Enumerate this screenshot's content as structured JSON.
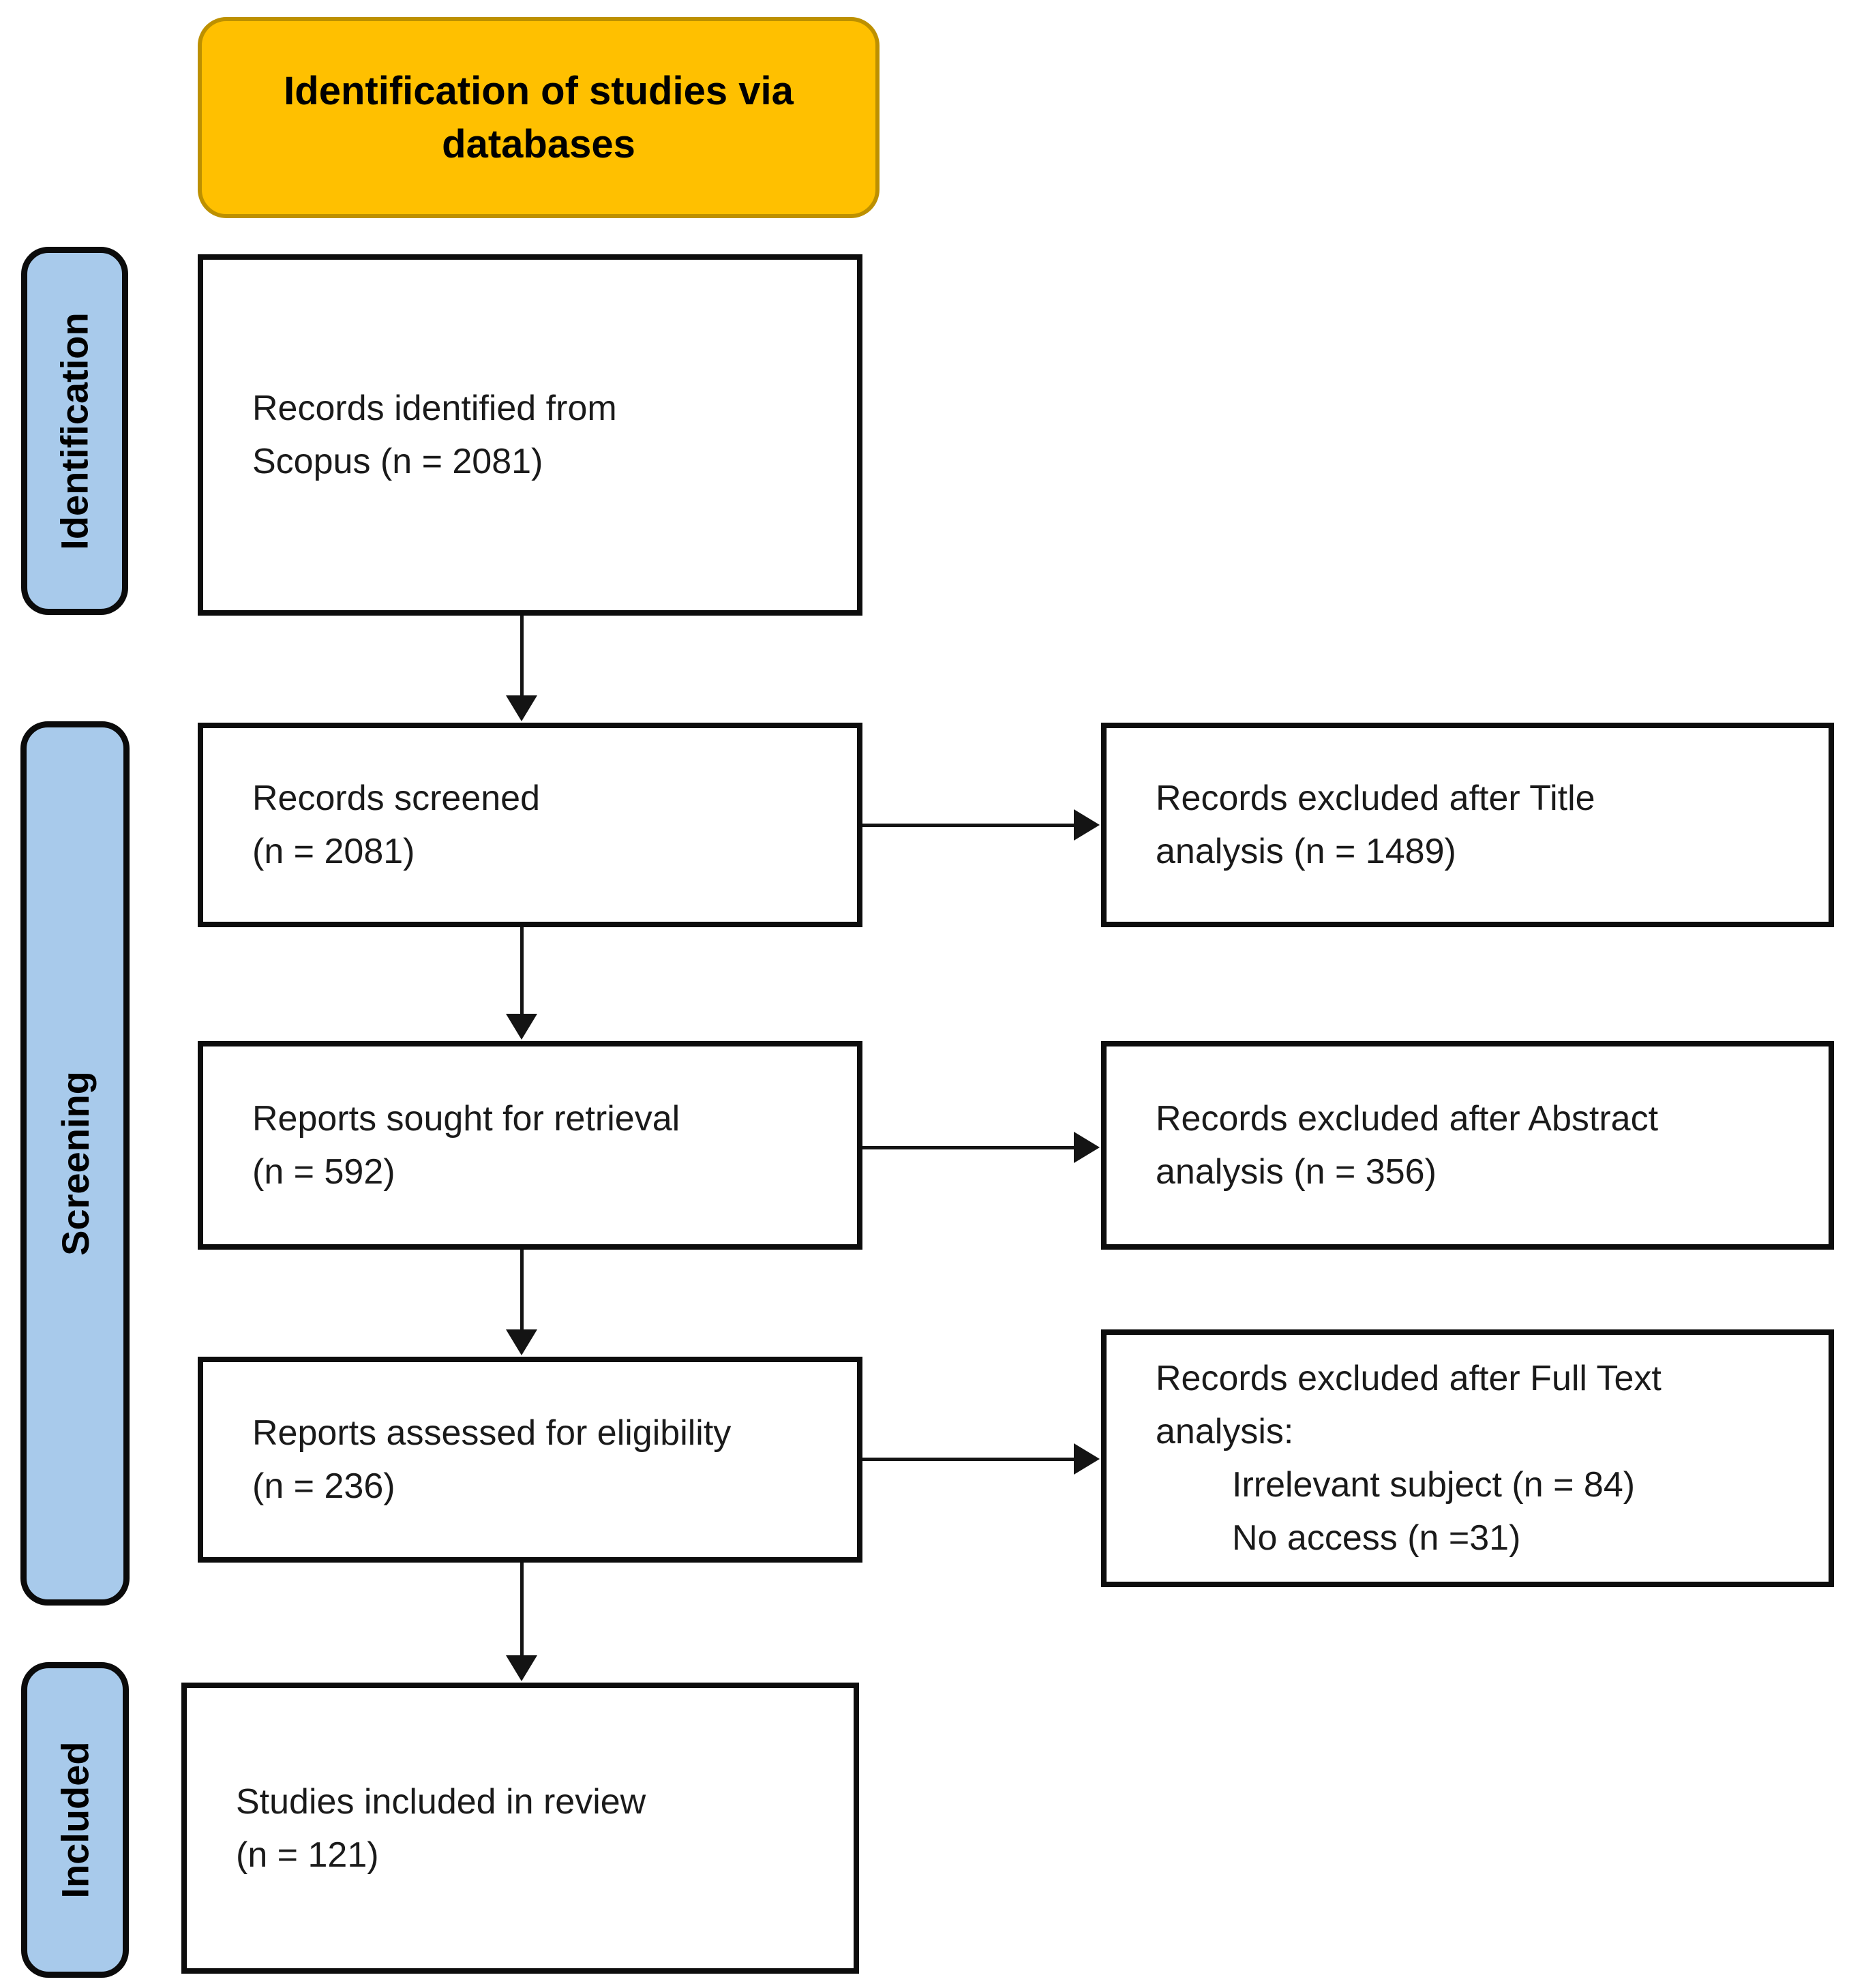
{
  "header": {
    "line1": "Identification of studies via",
    "line2": "databases"
  },
  "stage_labels": {
    "identification": "Identification",
    "screening": "Screening",
    "included": "Included"
  },
  "flow_boxes": {
    "records_identified": {
      "line1": "Records identified from",
      "line2": "Scopus (n = 2081)"
    },
    "records_screened": {
      "line1": "Records screened",
      "line2": "(n = 2081)"
    },
    "reports_sought": {
      "line1": "Reports sought for retrieval",
      "line2": "(n = 592)"
    },
    "reports_assessed": {
      "line1": "Reports assessed for eligibility",
      "line2": "(n = 236)"
    },
    "studies_included": {
      "line1": "Studies included in review",
      "line2": "(n = 121)"
    }
  },
  "exclusion_boxes": {
    "title_analysis": {
      "line1": "Records excluded after Title",
      "line2": "analysis (n = 1489)"
    },
    "abstract_analysis": {
      "line1": "Records excluded after Abstract",
      "line2": "analysis (n = 356)"
    },
    "full_text_analysis": {
      "line1": "Records excluded after Full Text",
      "line2": "analysis:",
      "item1": "Irrelevant subject (n = 84)",
      "item2": "No access (n =31)"
    }
  },
  "colors": {
    "header_fill": "#FFC000",
    "header_border": "#BD9000",
    "stage_fill": "#A8CAEB",
    "box_border": "#000000",
    "arrow": "#141414",
    "text": "#1A1A1A"
  }
}
